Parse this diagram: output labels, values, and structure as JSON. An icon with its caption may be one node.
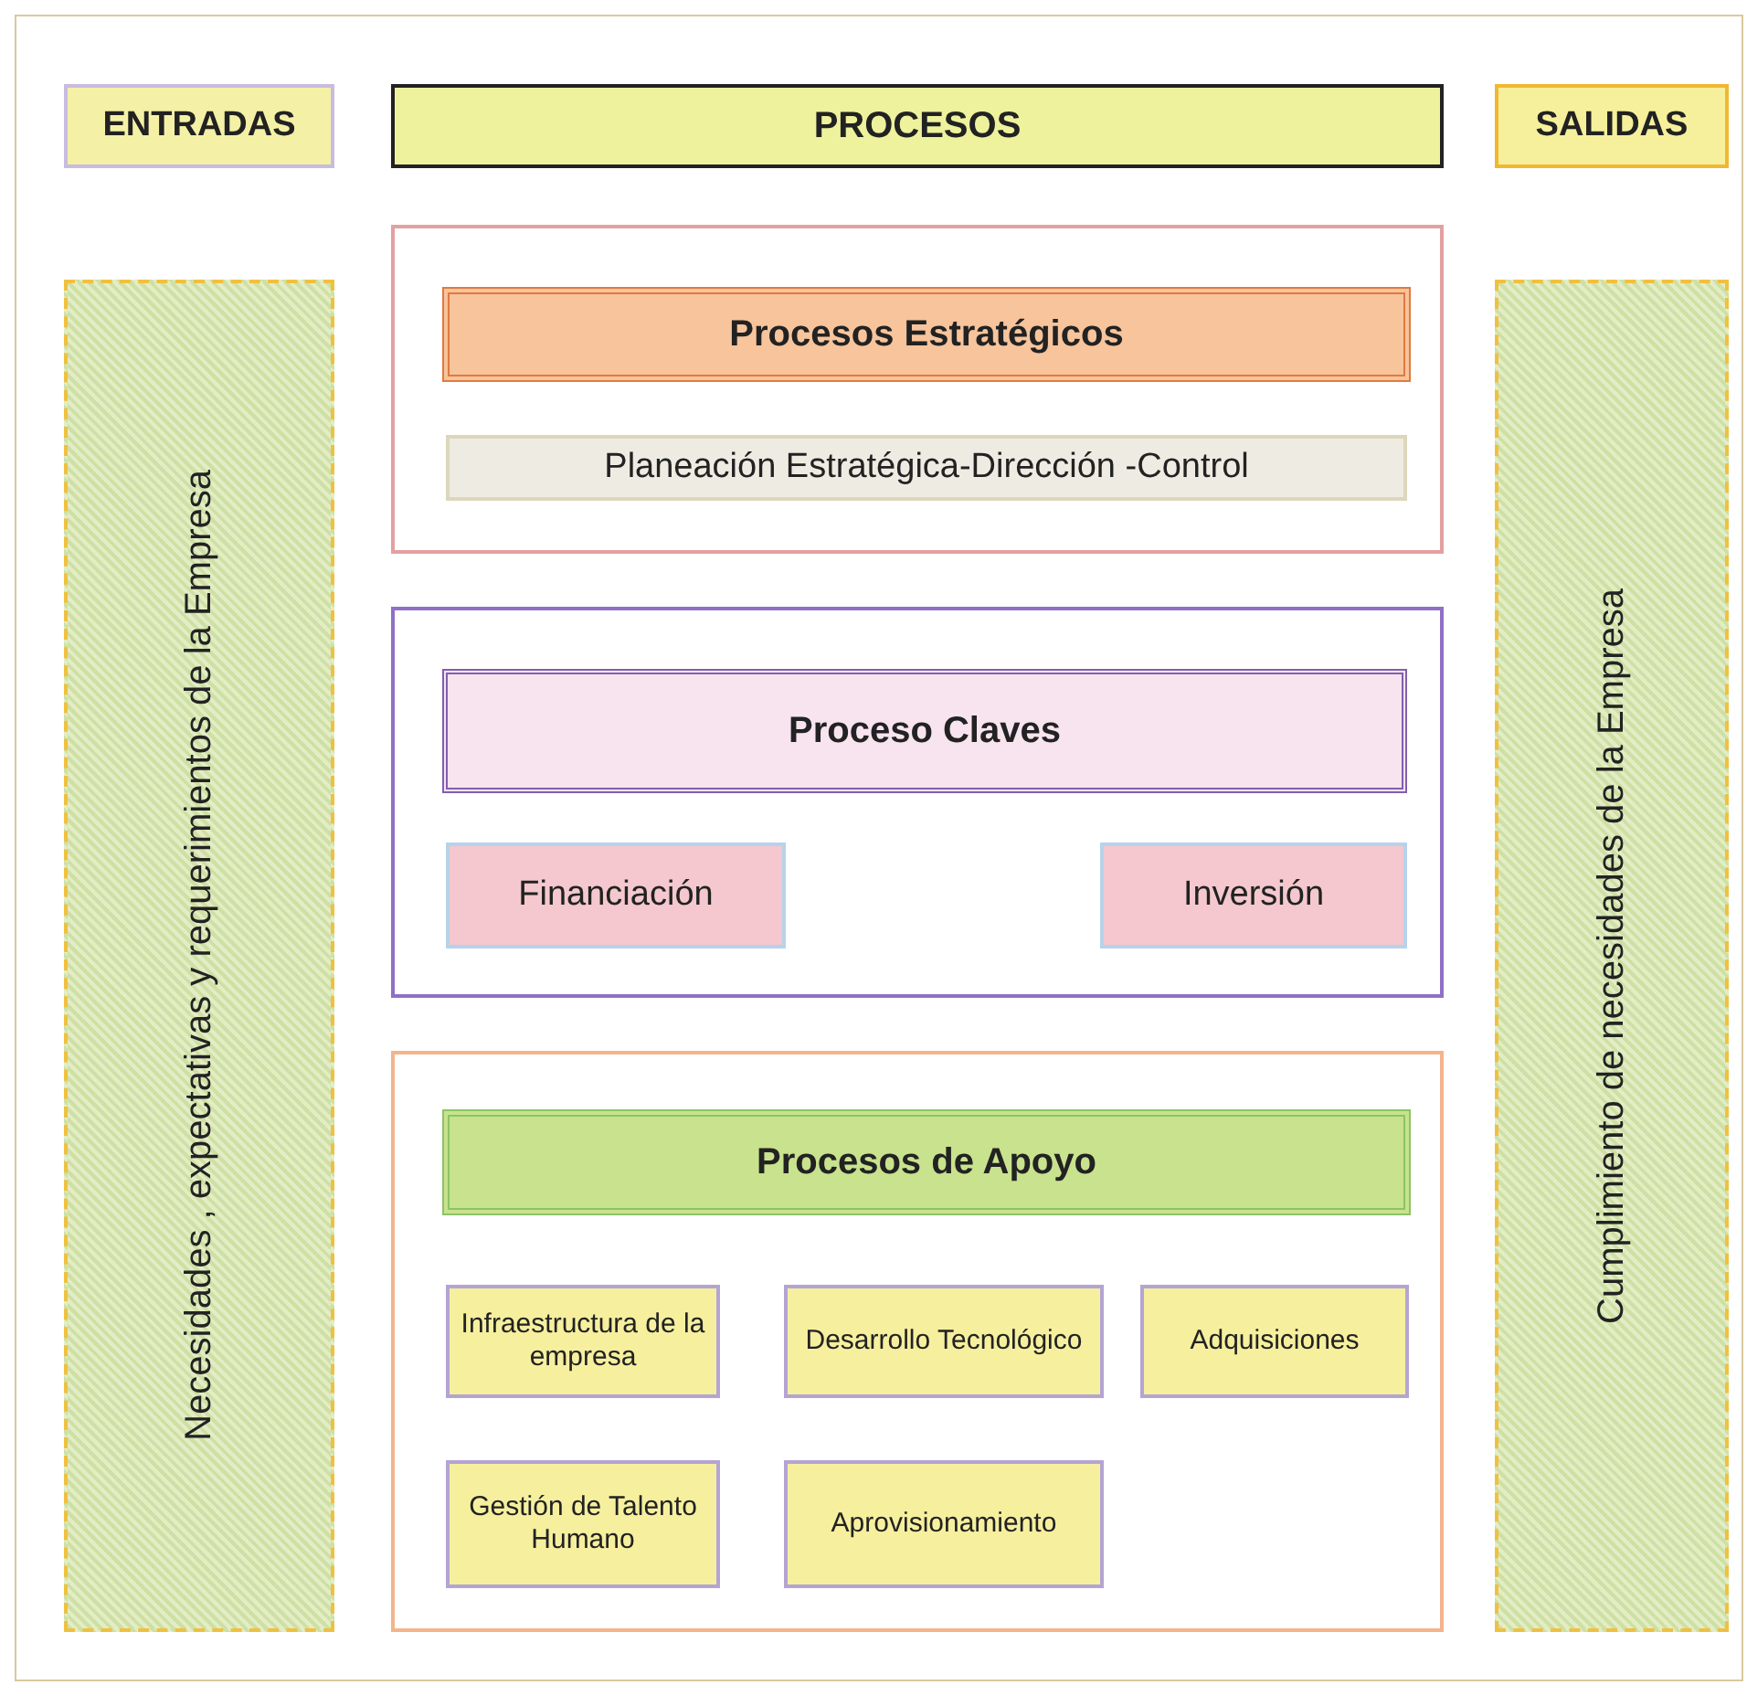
{
  "diagram": {
    "nodes": [
      {
        "text": [
          "ENTRADAS"
        ]
      },
      {
        "text": [
          "PROCESOS"
        ]
      },
      {
        "text": [
          "SALIDAS"
        ]
      },
      {
        "text": [
          "Necesidades , expectativas y requerimientos de la Empresa"
        ]
      },
      {
        "text": [],
        "shape": "box"
      },
      {
        "text": [
          "Procesos Estratégicos"
        ],
        "in": 4
      },
      {
        "text": [
          "Planeación Estratégica-Dirección -Control"
        ],
        "in": 4
      },
      {
        "text": [],
        "shape": "box"
      },
      {
        "text": [
          "Proceso Claves"
        ],
        "in": 7
      },
      {
        "text": [
          "Financiación"
        ],
        "in": 7
      },
      {
        "text": [
          "Inversión"
        ],
        "in": 7
      },
      {
        "text": [],
        "shape": "box"
      },
      {
        "text": [
          "Procesos de Apoyo"
        ],
        "in": 11
      },
      {
        "text": [
          "Infraestructura de la empresa"
        ],
        "in": 11
      },
      {
        "text": [
          "Desarrollo Tecnológico"
        ],
        "in": 11
      },
      {
        "text": [
          "Adquisiciones"
        ],
        "in": 11
      },
      {
        "text": [
          "Gestión de Talento Humano"
        ],
        "in": 11
      },
      {
        "text": [
          "Aprovisionamiento"
        ],
        "in": 11
      },
      {
        "text": [
          "Cumplimiento de necesidades de la Empresa"
        ]
      }
    ],
    "edges": []
  }
}
